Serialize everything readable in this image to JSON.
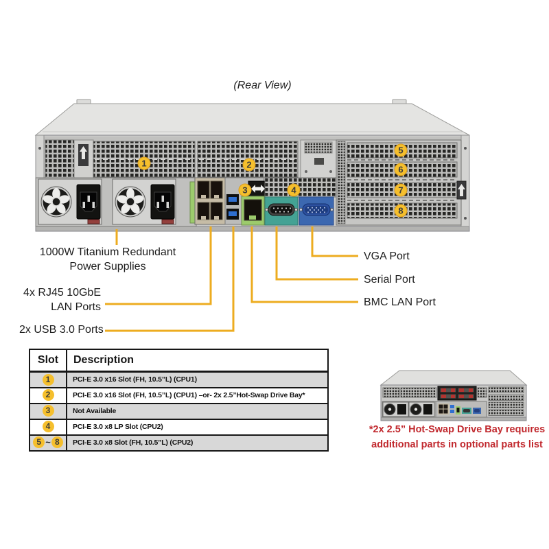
{
  "title": "(Rear View)",
  "labels": {
    "psu_line1": "1000W Titanium Redundant",
    "psu_line2": "Power Supplies",
    "lan_line1": "4x RJ45 10GbE",
    "lan_line2": "LAN Ports",
    "usb": "2x USB 3.0 Ports",
    "vga": "VGA Port",
    "serial": "Serial Port",
    "bmc": "BMC LAN Port"
  },
  "callouts": [
    "1",
    "2",
    "3",
    "4",
    "5",
    "6",
    "7",
    "8"
  ],
  "table": {
    "headers": [
      "Slot",
      "Description"
    ],
    "rows": [
      {
        "slots": [
          "1"
        ],
        "description": "PCI-E 3.0 x16 Slot (FH, 10.5”L) (CPU1)",
        "shaded": true
      },
      {
        "slots": [
          "2"
        ],
        "description": "PCI-E 3.0 x16 Slot (FH, 10.5”L) (CPU1) –or- 2x 2.5”Hot-Swap Drive Bay*",
        "shaded": false
      },
      {
        "slots": [
          "3"
        ],
        "description": "Not Available",
        "shaded": true
      },
      {
        "slots": [
          "4"
        ],
        "description": "PCI-E 3.0 x8 LP Slot (CPU2)",
        "shaded": false
      },
      {
        "slots": [
          "5",
          "8"
        ],
        "description": "PCI-E 3.0 x8 Slot (FH, 10.5”L) (CPU2)",
        "shaded": true
      }
    ]
  },
  "note": {
    "line1": "*2x 2.5” Hot-Swap Drive Bay requires",
    "line2": "additional parts in optional parts list"
  },
  "colors": {
    "callout_line": "#edac20",
    "callout_badge": "#f5bf2d",
    "note_red": "#c1292e",
    "bmc_green": "#9ccb6c",
    "serial_teal": "#44a294",
    "vga_blue": "#3c68b0",
    "usb_blue": "#2f6fd0",
    "row_shade": "#d8d8d8"
  }
}
